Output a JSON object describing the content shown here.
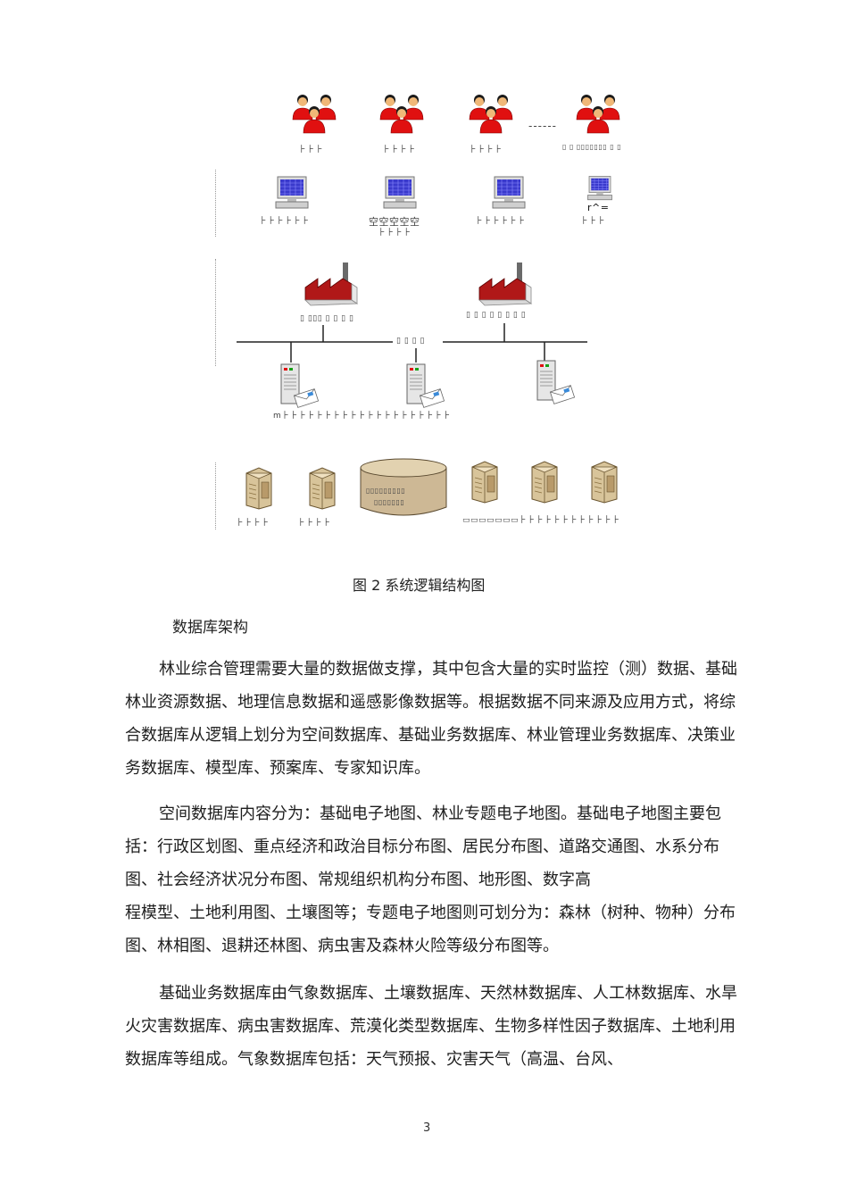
{
  "diagram": {
    "people_labels": [
      "⺊⺊⺊",
      "⺊⺊⺊⺊",
      "⺊⺊⺊⺊",
      "▯ ▯ ▯▯▯▯▯▯▯ ▯ ▯"
    ],
    "people_dash": "------",
    "terminal_labels": [
      "⺊⺊⺊⺊⺊⺊",
      "空空空空空",
      "⺊⺊⺊⺊⺊⺊",
      "⺊⺊⺊"
    ],
    "terminal_label_2b": "⺊⺊⺊⺊",
    "terminal_label_4_top": "r^=",
    "factory_labels": [
      "▯ ▯▯▯ ▯ ▯ ▯ ▯",
      "▯ ▯ ▯ ▯ ▯ ▯ ▯ ▯"
    ],
    "network_label": "▯ ▯ ▯ ▯",
    "server_label": "m⺊⺊⺊⺊⺊⺊⺊⺊⺊⺊⺊⺊⺊⺊⺊⺊⺊⺊⺊⺊",
    "drum_text_1": "▯▯▯▯▯▯▯▯▯",
    "drum_text_2": "▯▯▯▯▯▯▯",
    "db_labels": [
      "⺊⺊⺊⺊",
      "⺊⺊⺊⺊"
    ],
    "db_label_right": "▭▭▭▭▭▭▭⺊⺊⺊⺊⺊⺊⺊⺊⺊⺊⺊⺊"
  },
  "caption": "图 2 系统逻辑结构图",
  "section_heading": "数据库架构",
  "paragraphs": [
    "林业综合管理需要大量的数据做支撑，其中包含大量的实时监控（测）数据、基础林业资源数据、地理信息数据和遥感影像数据等。根据数据不同来源及应用方式，将综合数据库从逻辑上划分为空间数据库、基础业务数据库、林业管理业务数据库、决策业务数据库、模型库、预案库、专家知识库。",
    "空间数据库内容分为：基础电子地图、林业专题电子地图。基础电子地图主要包括：行政区划图、重点经济和政治目标分布图、居民分布图、道路交通图、水系分布图、社会经济状况分布图、常规组织机构分布图、地形图、数字高",
    "程模型、土地利用图、土壤图等；专题电子地图则可划分为：森林（树种、物种）分布图、林相图、退耕还林图、病虫害及森林火险等级分布图等。",
    "基础业务数据库由气象数据库、土壤数据库、天然林数据库、人工林数据库、水旱火灾害数据库、病虫害数据库、荒漠化类型数据库、生物多样性因子数据库、土地利用数据库等组成。气象数据库包括：天气预报、灾害天气（高温、台风、"
  ],
  "page_number": "3",
  "colors": {
    "people_red": "#e01010",
    "monitor_blue": "#3a3acc",
    "factory_roof": "#b01818",
    "drum_fill": "#cdb895",
    "tower_fill": "#d8c49a"
  }
}
